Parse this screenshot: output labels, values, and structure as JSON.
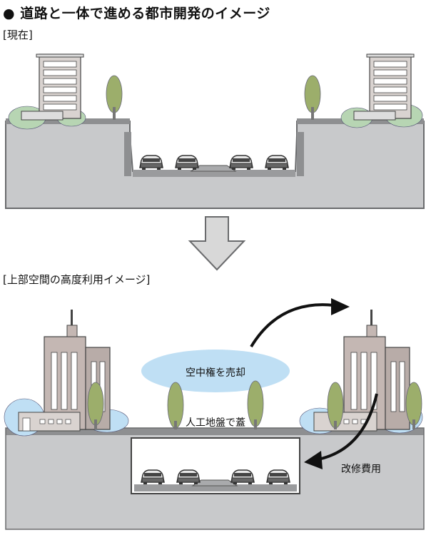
{
  "heading": "● 道路と一体で進める都市開発のイメージ",
  "sections": {
    "current": {
      "label": "[現在]"
    },
    "future": {
      "label": "[上部空間の高度利用イメージ]",
      "air_rights_label": "空中権を売却",
      "deck_label": "人工地盤で蓋",
      "repair_label": "改修費用"
    }
  },
  "colors": {
    "ground": "#c8c9cb",
    "road_edge": "#5f6062",
    "tree": "#9cae6b",
    "bush": "#b7d5b3",
    "building": "#c4b7b3",
    "cloud": "#bfdff4",
    "arrow_down": "#d8d8d8"
  }
}
